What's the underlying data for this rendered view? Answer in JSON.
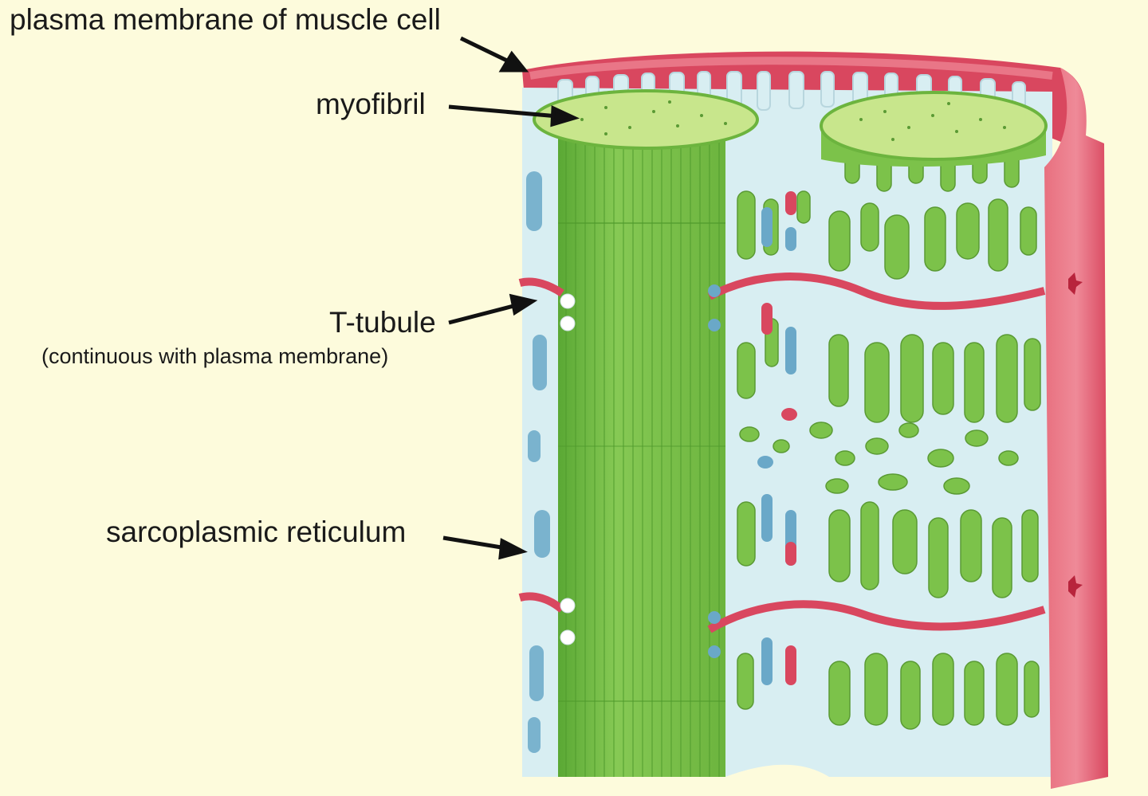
{
  "diagram": {
    "labels": {
      "plasma_membrane": "plasma membrane of muscle cell",
      "myofibril": "myofibril",
      "t_tubule": "T-tubule",
      "t_tubule_note": "(continuous with plasma membrane)",
      "sarcoplasmic_reticulum": "sarcoplasmic reticulum"
    },
    "colors": {
      "background": "#fdfbdc",
      "membrane": "#d9475f",
      "membrane_light": "#ef8a98",
      "myofibril": "#7cc24a",
      "myofibril_light": "#c8e68c",
      "reticulum": "#d8eef2",
      "reticulum_blue": "#6aa8c8",
      "arrow": "#111111"
    }
  }
}
